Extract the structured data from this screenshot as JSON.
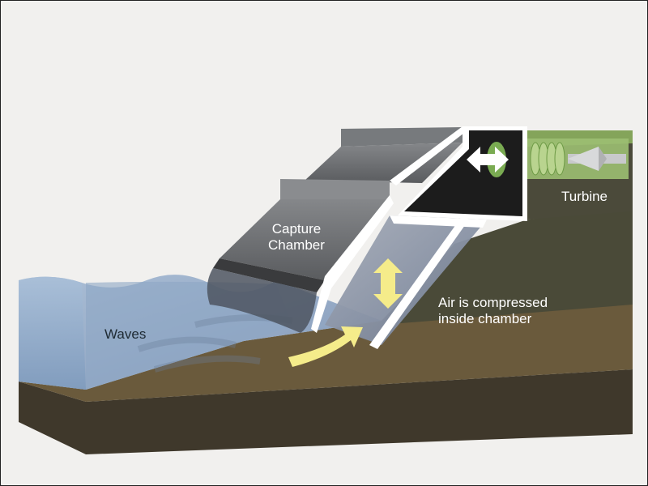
{
  "labels": {
    "waves": "Waves",
    "capture_line1": "Capture",
    "capture_line2": "Chamber",
    "turbine": "Turbine",
    "air_line1": "Air is compressed",
    "air_line2": "inside chamber"
  },
  "colors": {
    "background": "#f1f0ee",
    "water": "#8fa9c8",
    "earth": "#6a5a3c",
    "bedrock": "#3f382b",
    "grass": "#84a45a",
    "chamber": "#6b6d70",
    "arrow_yellow": "#f5ec8a",
    "turbine_green": "#7aab52"
  },
  "icons": {
    "air_flow": "double-arrow-horizontal",
    "air_compression": "double-arrow-vertical",
    "wave_motion": "curved-arrow"
  }
}
